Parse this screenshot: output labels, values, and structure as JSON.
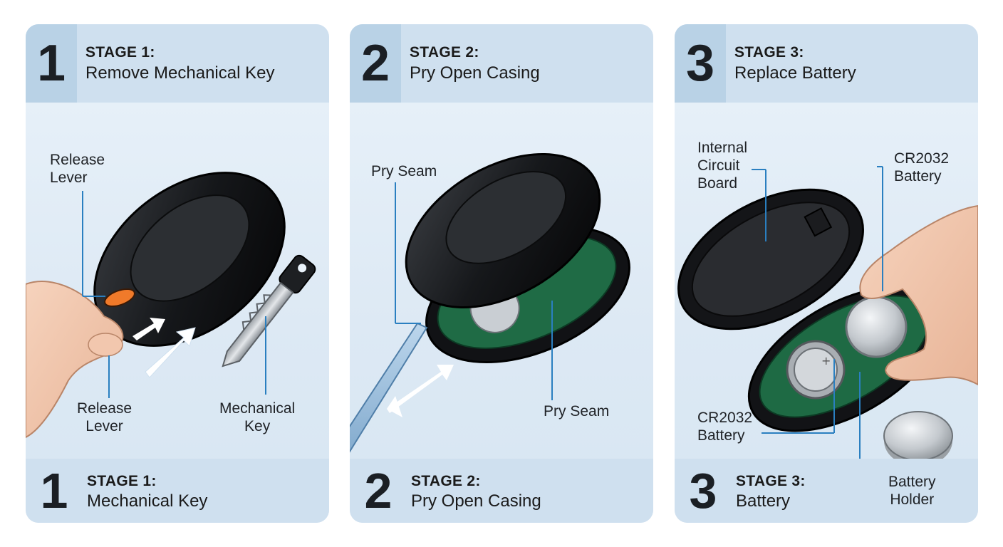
{
  "panels": [
    {
      "number": "1",
      "header": {
        "stage": "STAGE 1:",
        "title": "Remove Mechanical Key"
      },
      "footer": {
        "stage": "STAGE 1:",
        "title": "Mechanical Key"
      },
      "labels": {
        "release_lever_top": "Release\nLever",
        "release_lever_bottom": "Release\nLever",
        "mechanical_key": "Mechanical\nKey"
      }
    },
    {
      "number": "2",
      "header": {
        "stage": "STAGE 2:",
        "title": "Pry Open Casing"
      },
      "footer": {
        "stage": "STAGE 2:",
        "title": "Pry Open Casing"
      },
      "labels": {
        "pry_seam_top": "Pry Seam",
        "pry_seam_bottom": "Pry Seam"
      }
    },
    {
      "number": "3",
      "header": {
        "stage": "STAGE 3:",
        "title": "Replace Battery"
      },
      "footer": {
        "stage": "STAGE 3:",
        "title": "Battery"
      },
      "labels": {
        "internal_circuit_board": "Internal\nCircuit\nBoard",
        "cr2032_battery_top": "CR2032\nBattery",
        "cr2032_battery_bottom": "CR2032\nBattery",
        "battery_holder": "Battery\nHolder"
      }
    }
  ],
  "colors": {
    "leader_line": "#2a7fc0",
    "header_bg": "#cfe0ef",
    "number_bg": "#b9d2e6",
    "release_lever": "#f07a2a"
  }
}
